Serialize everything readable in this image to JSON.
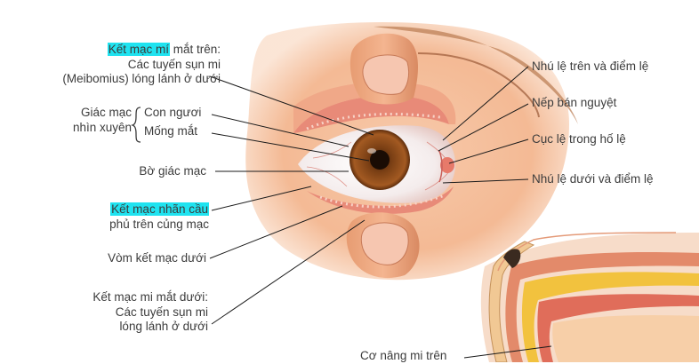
{
  "labels": {
    "upper_palpebral_highlight": "Kết mạc mí",
    "upper_palpebral_rest": " mắt trên:",
    "upper_palpebral_line2": "Các tuyến sụn mi",
    "upper_palpebral_line3": "(Meibomius) lóng lánh ở dưới",
    "cornea_line1": "Giác mạc",
    "cornea_line2": "nhìn xuyên",
    "pupil": "Con ngươi",
    "iris": "Mống mắt",
    "corneal_margin": "Bờ giác mạc",
    "bulbar_highlight": "Kết mạc nhãn cầu",
    "bulbar_line2": "phủ trên củng mạc",
    "inferior_fornix": "Vòm kết mạc dưới",
    "lower_palpebral_line1": "Kết mạc mi mắt dưới:",
    "lower_palpebral_line2": "Các tuyến sụn mi",
    "lower_palpebral_line3": "lóng lánh ở dưới",
    "levator": "Cơ nâng mi trên",
    "upper_punctum": "Nhú lệ trên và điểm lệ",
    "semilunar_fold": "Nếp bán nguyệt",
    "caruncle": "Cục lệ trong hố lệ",
    "lower_punctum": "Nhú lệ dưới và điểm lệ"
  },
  "colors": {
    "highlight": "#1fe3f0",
    "iris": "#8a4a1c",
    "skin": "#f2b48c",
    "conjunctiva": "#e88a78",
    "leader_line": "#1a1a1a"
  }
}
